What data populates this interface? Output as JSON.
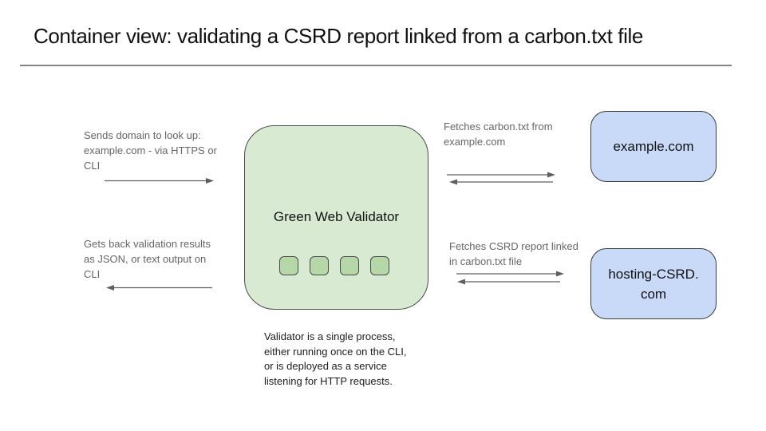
{
  "slide": {
    "title": "Container view: validating a CSRD report linked from a carbon.txt file"
  },
  "validator": {
    "label": "Green Web Validator",
    "instances": 4,
    "note_lines": [
      "Validator is a single process,",
      "either running once on the CLI,",
      "or is deployed as a service",
      "listening for HTTP requests."
    ]
  },
  "nodes": {
    "example": {
      "label": "example.com"
    },
    "hosting": {
      "label_lines": [
        "hosting-CSRD.",
        "com"
      ]
    }
  },
  "annotations": {
    "send_domain": {
      "lines": [
        "Sends domain to look up:",
        "example.com - via HTTPS or",
        "CLI"
      ],
      "arrow_direction": "right"
    },
    "get_results": {
      "lines": [
        "Gets back validation results",
        "as JSON, or text output on",
        "CLI"
      ],
      "arrow_direction": "left"
    },
    "fetch_carbon": {
      "lines": [
        "Fetches carbon.txt from",
        "example.com"
      ],
      "arrow_direction": "both"
    },
    "fetch_csrd": {
      "lines": [
        "Fetches CSRD report linked",
        "in carbon.txt file"
      ],
      "arrow_direction": "both"
    }
  },
  "colors": {
    "validator_fill": "#d9ead3",
    "instance_fill": "#b6d7a8",
    "external_fill": "#c9daf8",
    "shape_border": "#4a4a4a",
    "annotation_text": "#666666",
    "arrow": "#5f5f5f",
    "title_text": "#111111"
  }
}
